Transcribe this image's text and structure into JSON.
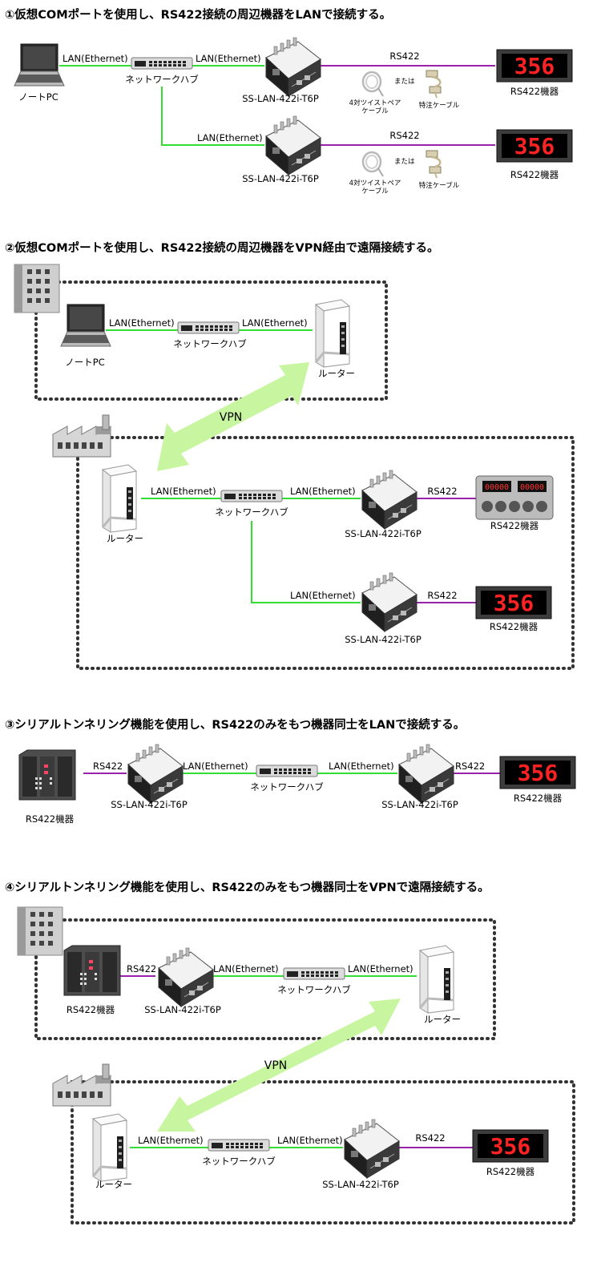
{
  "sections": [
    {
      "heading": "①仮想COMポートを使用し、RS422接続の周辺機器をLANで接続する。"
    },
    {
      "heading": "②仮想COMポートを使用し、RS422接続の周辺機器をVPN経由で遠隔接続する。"
    },
    {
      "heading": "③シリアルトンネリング機能を使用し、RS422のみをもつ機器同士をLANで接続する。"
    },
    {
      "heading": "④シリアルトンネリング機能を使用し、RS422のみをもつ機器同士をVPNで遠隔接続する。"
    }
  ],
  "labels": {
    "lan": "LAN(Ethernet)",
    "rs422": "RS422",
    "hub": "ネットワークハブ",
    "converter": "SS-LAN-422i-T6P",
    "pc": "ノートPC",
    "router": "ルーター",
    "rs422_device": "RS422機器",
    "vpn": "VPN",
    "twisted_pair_line1": "4対ツイストペア",
    "twisted_pair_line2": "ケーブル",
    "or": "または",
    "custom_cable": "特注ケーブル",
    "display_digits": "356"
  },
  "colors": {
    "lan_line": "#33dd33",
    "rs422_line": "#9922aa",
    "vpn_arrow": "#c8f5a0",
    "display_digit": "#ff2222"
  }
}
